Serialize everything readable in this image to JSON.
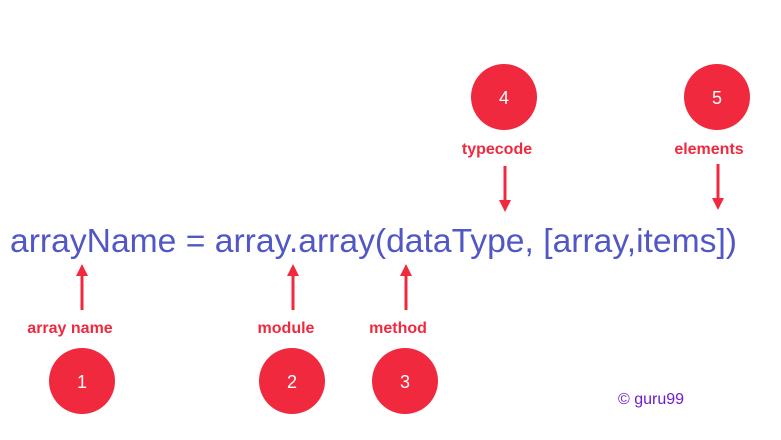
{
  "code": "arrayName = array.array(dataType, [array,items])",
  "accent_color": "#f0293e",
  "code_color": "#5157c5",
  "callouts": [
    {
      "number": "1",
      "label": "array name"
    },
    {
      "number": "2",
      "label": "module"
    },
    {
      "number": "3",
      "label": "method"
    },
    {
      "number": "4",
      "label": "typecode"
    },
    {
      "number": "5",
      "label": "elements"
    }
  ],
  "copyright": "© guru99"
}
